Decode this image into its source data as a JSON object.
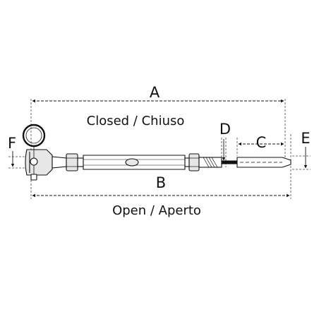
{
  "labels": {
    "a": "A",
    "b": "B",
    "c": "C",
    "d": "D",
    "e": "E",
    "f": "F",
    "closed": "Closed / Chiuso",
    "open": "Open / Aperto"
  },
  "colors": {
    "ink": "#111111",
    "dash": "#444444",
    "highlight": "#e6e6e6"
  }
}
